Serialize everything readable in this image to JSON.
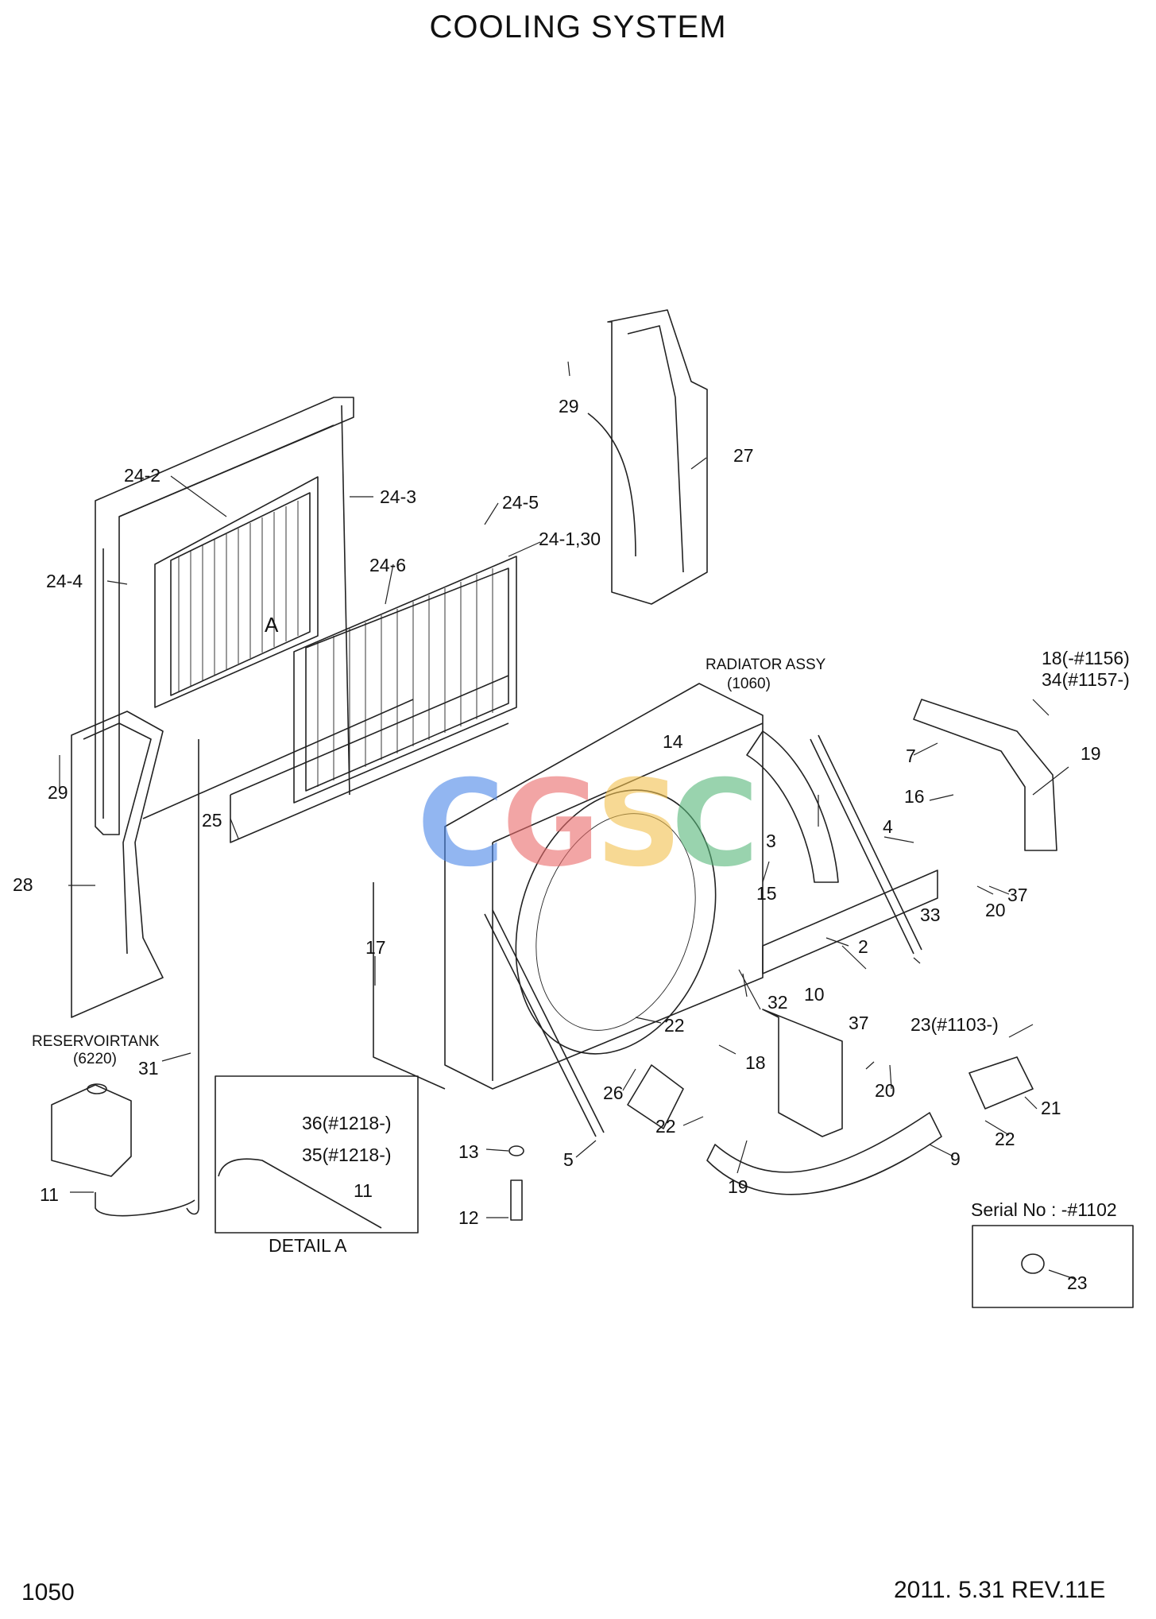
{
  "title": "COOLING SYSTEM",
  "page_number": "1050",
  "revision": "2011. 5.31  REV.11E",
  "watermark": {
    "letters": [
      "C",
      "G",
      "S",
      "C"
    ],
    "colors": [
      "#4a86e8",
      "#ea6a6a",
      "#f2c14e",
      "#57b77a"
    ]
  },
  "assemblies": {
    "radiator_assy": "RADIATOR ASSY",
    "radiator_assy_ref": "(1060)",
    "reservoir_tank": "RESERVOIRTANK",
    "reservoir_tank_ref": "(6220)"
  },
  "detail_a": {
    "caption": "DETAIL A",
    "marker": "A",
    "labels": {
      "p36": "36(#1218-)",
      "p35": "35(#1218-)",
      "p11": "11"
    }
  },
  "serial_box": {
    "caption": "Serial No : -#1102",
    "label": "23"
  },
  "part_labels": {
    "p24_2": "24-2",
    "p24_3": "24-3",
    "p24_4": "24-4",
    "p24_5": "24-5",
    "p24_6": "24-6",
    "p24_1_30": "24-1,30",
    "p29_top": "29",
    "p29_left": "29",
    "p27": "27",
    "p28": "28",
    "p25": "25",
    "p17": "17",
    "p31": "31",
    "p11": "11",
    "p13": "13",
    "p12": "12",
    "p5": "5",
    "p26": "26",
    "p22_a": "22",
    "p22_b": "22",
    "p22_c": "22",
    "p19_a": "19",
    "p19_b": "19",
    "p18_bolt": "18",
    "p18_34": "18(-#1156)",
    "p34": "34(#1157-)",
    "p14": "14",
    "p3": "3",
    "p4": "4",
    "p15": "15",
    "p33": "33",
    "p2": "2",
    "p32": "32",
    "p10": "10",
    "p7": "7",
    "p16": "16",
    "p20_a": "20",
    "p20_b": "20",
    "p37_a": "37",
    "p37_b": "37",
    "p23": "23(#1103-)",
    "p21": "21",
    "p9": "9"
  }
}
